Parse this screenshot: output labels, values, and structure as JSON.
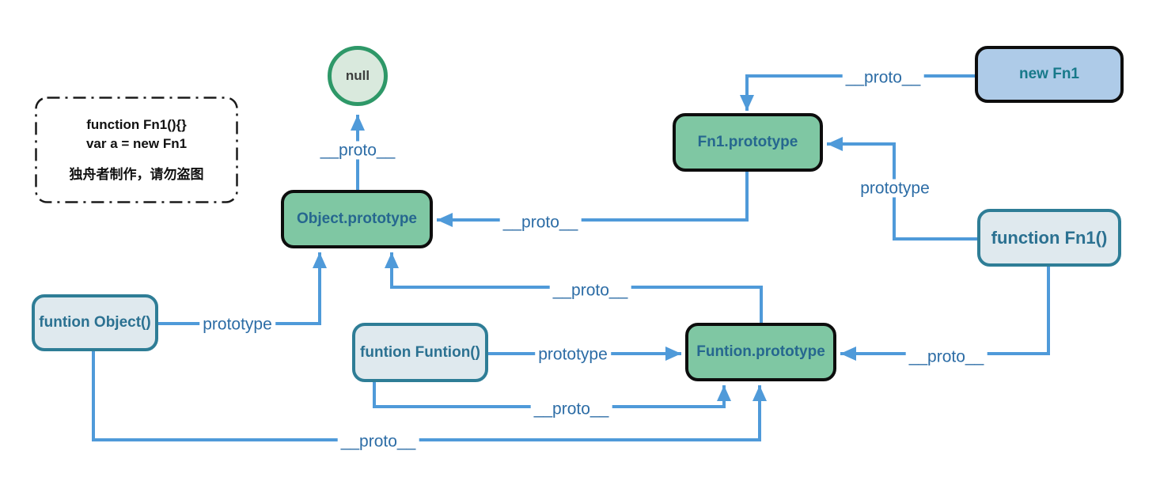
{
  "diagram": {
    "title": "JavaScript prototype chain diagram",
    "colors": {
      "arrow_blue": "#4f9ad9",
      "edge_label_blue": "#2d6da6",
      "node_green_fill": "#7fc7a3",
      "node_green_border": "#0d0d0d",
      "node_blue_fill": "#aecbe8",
      "node_light_fill": "#dfe9ee",
      "node_light_border": "#2e7d96",
      "null_fill": "#d9e9dd",
      "null_border": "#2e9868",
      "background": "#ffffff"
    }
  },
  "note": {
    "line1": "function Fn1(){}",
    "line2": "var a = new Fn1",
    "line3": "独舟者制作，请勿盗图"
  },
  "nodes": {
    "null_node": {
      "label": "null"
    },
    "object_prototype": {
      "label": "Object.prototype"
    },
    "fn1_prototype": {
      "label": "Fn1.prototype"
    },
    "new_fn1": {
      "label": "new Fn1"
    },
    "function_fn1": {
      "label": "function Fn1()"
    },
    "funtion_object": {
      "label": "funtion Object()"
    },
    "funtion_funtion": {
      "label": "funtion Funtion()"
    },
    "funtion_prototype": {
      "label": "Funtion.prototype"
    }
  },
  "edge_labels": [
    {
      "name": "object-prototype-to-null",
      "label": "__proto__"
    },
    {
      "name": "fn1-prototype-to-object-prototype",
      "label": "__proto__"
    },
    {
      "name": "new-fn1-to-fn1-prototype",
      "label": "__proto__"
    },
    {
      "name": "function-fn1-prototype-link",
      "label": "prototype"
    },
    {
      "name": "function-fn1-to-funtion-prototype",
      "label": "__proto__"
    },
    {
      "name": "funtion-funtion-prototype-link",
      "label": "prototype"
    },
    {
      "name": "funtion-funtion-to-funtion-prototype",
      "label": "__proto__"
    },
    {
      "name": "funtion-object-prototype-link",
      "label": "prototype"
    },
    {
      "name": "funtion-object-to-funtion-prototype",
      "label": "__proto__"
    },
    {
      "name": "funtion-prototype-to-object-prototype",
      "label": "__proto__"
    }
  ]
}
